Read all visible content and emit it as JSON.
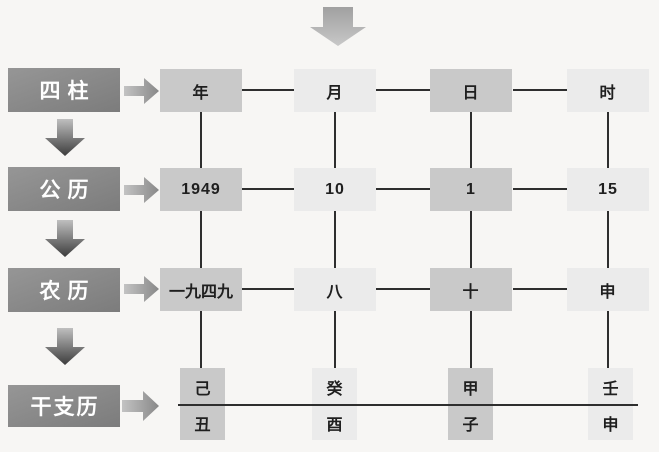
{
  "title": "four-pillars-calendar-conversion-diagram",
  "colors": {
    "paper": "#f7f6f4",
    "label_bg": "#969696",
    "label_bg_dark": "#7c7c7c",
    "label_text": "#ffffff",
    "cell_medium": "#c9c9c9",
    "cell_light": "#ebebeb",
    "cell_text": "#1f1f1f",
    "line": "#2e2e2e",
    "arrow_down_light": "#bfbfbf",
    "arrow_down_dark": "#3c3c3c",
    "arrow_right_light": "#c3c3c3",
    "arrow_right_dark": "#888888",
    "arrow_top_light": "#c8c8c8",
    "arrow_top_dark": "#a0a0a0"
  },
  "icons": {
    "top_arrow": "down-arrow",
    "flow_arrow": "down-arrow",
    "row_arrow": "right-arrow"
  },
  "rows": [
    {
      "label": "四柱",
      "cells": [
        "年",
        "月",
        "日",
        "时"
      ]
    },
    {
      "label": "公历",
      "cells": [
        "1949",
        "10",
        "1",
        "15"
      ]
    },
    {
      "label": "农历",
      "cells": [
        "一九四九",
        "八",
        "十",
        "申"
      ]
    },
    {
      "label": "干支历",
      "stems": [
        "己",
        "癸",
        "甲",
        "壬"
      ],
      "branches": [
        "丑",
        "酉",
        "子",
        "申"
      ]
    }
  ]
}
